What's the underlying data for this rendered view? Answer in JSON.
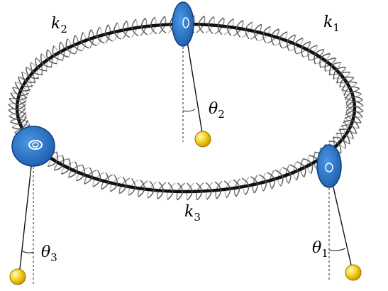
{
  "labels": {
    "k1": {
      "base": "k",
      "sub": "1"
    },
    "k2": {
      "base": "k",
      "sub": "2"
    },
    "k3": {
      "base": "k",
      "sub": "3"
    },
    "theta1": {
      "base": "θ",
      "sub": "1"
    },
    "theta2": {
      "base": "θ",
      "sub": "2"
    },
    "theta3": {
      "base": "θ",
      "sub": "3"
    }
  },
  "colors": {
    "disc": "#2a7ad0",
    "disc_dark": "#1a5aa8",
    "bob": "#f2c400",
    "ring": "#111111",
    "coil_light": "#bfbfbf",
    "coil_dark": "#555555"
  },
  "icons": {
    "disc": "disc-icon",
    "bob": "bob-icon"
  }
}
